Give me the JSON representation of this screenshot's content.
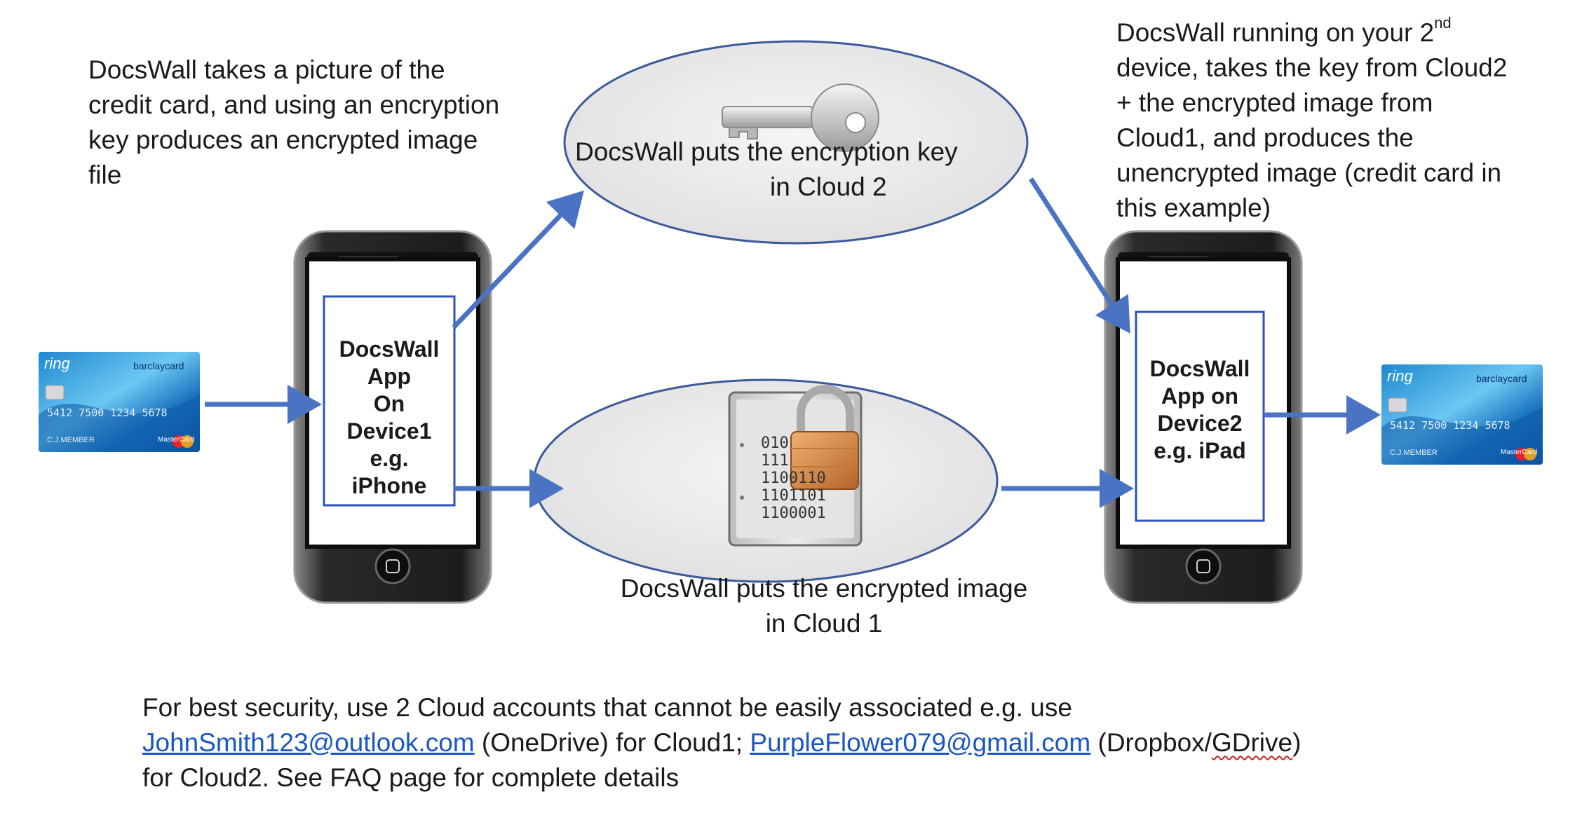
{
  "top_left_caption": "DocsWall takes a picture of the credit card, and using an encryption key produces an encrypted image file",
  "top_left_lines": [
    "DocsWall takes a picture of the",
    "credit card, and using an encryption",
    "key produces an encrypted image",
    "file"
  ],
  "top_right_lines": [
    "device, takes the key from Cloud2",
    "+  the encrypted image from",
    "Cloud1, and produces the",
    "unencrypted image (credit card in",
    "this example)"
  ],
  "top_right_first": "DocsWall running on your 2",
  "top_right_sup": "nd",
  "cloud2_lines": [
    "DocsWall puts the encryption key",
    "in Cloud 2"
  ],
  "cloud1_lines": [
    "DocsWall puts the encrypted image",
    "in Cloud 1"
  ],
  "phone1_lines": [
    "DocsWall",
    "App",
    "On",
    "Device1",
    "e.g.",
    "iPhone"
  ],
  "phone2_lines": [
    "DocsWall",
    "App on",
    "Device2",
    "e.g. iPad"
  ],
  "binary_lines": [
    "010",
    "111",
    "1100110",
    "1101101",
    "1100001"
  ],
  "card": {
    "brand": "barclaycard",
    "product": "ring",
    "number": "5412 7500 1234 5678",
    "holder": "C.J.MEMBER",
    "network": "MasterCard"
  },
  "footer": {
    "line1": "For best security, use 2 Cloud accounts that cannot be easily associated e.g. use",
    "email1": "JohnSmith123@outlook.com",
    "mid1": " (OneDrive) for Cloud1; ",
    "email2": "PurpleFlower079@gmail.com",
    "tail_pre": " (Dropbox/",
    "tail_sq": "GDrive",
    "tail_post": ")",
    "line3": "for Cloud2.  See FAQ page for complete details"
  },
  "colors": {
    "arrow": "#4a73c4",
    "frame": "#2d52b8",
    "ellipse_border": "#3c5a9a",
    "ellipse_fill": "#ebebeb",
    "link": "#1a56c4"
  }
}
